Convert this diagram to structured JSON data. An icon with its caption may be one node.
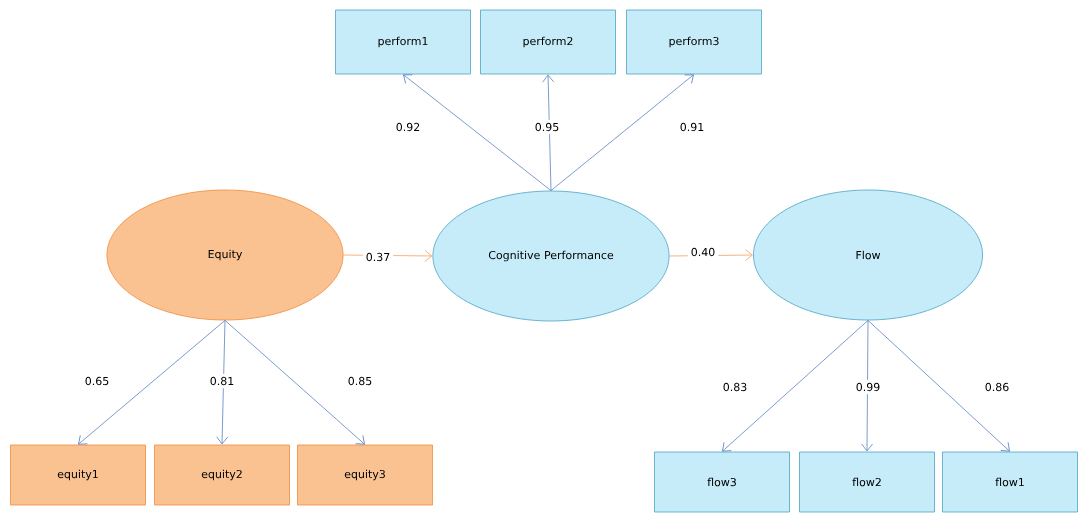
{
  "diagram": {
    "nodes": [
      {
        "text": [
          "perform1"
        ]
      },
      {
        "text": [
          "perform2"
        ]
      },
      {
        "text": [
          "perform3"
        ]
      },
      {
        "text": [
          "Equity"
        ]
      },
      {
        "text": [
          "Cognitive Performance"
        ]
      },
      {
        "text": [
          "Flow"
        ]
      },
      {
        "text": [
          "equity1"
        ]
      },
      {
        "text": [
          "equity2"
        ]
      },
      {
        "text": [
          "equity3"
        ]
      },
      {
        "text": [
          "flow3"
        ]
      },
      {
        "text": [
          "flow2"
        ]
      },
      {
        "text": [
          "flow1"
        ]
      }
    ],
    "edges": [
      {
        "from": 4,
        "to": 0,
        "arrow": "to",
        "label": "0.92"
      },
      {
        "from": 4,
        "to": 1,
        "arrow": "to",
        "label": "0.95"
      },
      {
        "from": 4,
        "to": 2,
        "arrow": "to",
        "label": "0.91"
      },
      {
        "from": 3,
        "to": 4,
        "arrow": "to",
        "label": "0.37",
        "color": "#f5a060"
      },
      {
        "from": 4,
        "to": 5,
        "arrow": "to",
        "label": "0.40",
        "color": "#f5a060"
      },
      {
        "from": 3,
        "to": 6,
        "arrow": "to",
        "label": "0.65"
      },
      {
        "from": 3,
        "to": 7,
        "arrow": "to",
        "label": "0.81"
      },
      {
        "from": 3,
        "to": 8,
        "arrow": "to",
        "label": "0.85"
      },
      {
        "from": 5,
        "to": 9,
        "arrow": "to",
        "label": "0.83"
      },
      {
        "from": 5,
        "to": 10,
        "arrow": "to",
        "label": "0.99"
      },
      {
        "from": 5,
        "to": 11,
        "arrow": "to",
        "label": "0.86"
      }
    ]
  }
}
